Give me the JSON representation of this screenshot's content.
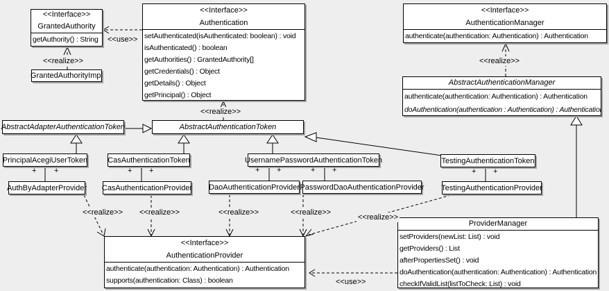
{
  "diagram": {
    "colors": {
      "background": "#eeeeee",
      "box_fill": "#ffffff",
      "line": "#000000",
      "shadow": "#a3a3a3"
    },
    "labels": {
      "use": "<<use>>",
      "realize": "<<realize>>",
      "plus": "+",
      "interface_stereotype": "<<Interface>>"
    },
    "boxes": {
      "granted_authority": {
        "stereotype": "<<Interface>>",
        "name": "GrantedAuthority",
        "methods": [
          "getAuthority() : String"
        ]
      },
      "authentication": {
        "stereotype": "<<Interface>>",
        "name": "Authentication",
        "methods": [
          "setAuthenticated(isAuthenticated: boolean) : void",
          "isAuthenticated() : boolean",
          "getAuthorities() : GrantedAuthority[]",
          "getCredentials() : Object",
          "getDetails() : Object",
          "getPrincipal() : Object"
        ]
      },
      "authentication_manager": {
        "stereotype": "<<Interface>>",
        "name": "AuthenticationManager",
        "methods": [
          "authenticate(authentication: Authentication) : Authentication"
        ]
      },
      "granted_authority_impl": {
        "name": "GrantedAuthorityImpl"
      },
      "abstract_authentication_manager": {
        "name": "AbstractAuthenticationManager",
        "methods": [
          "authenticate(authentication: Authentication) : Authentication",
          "doAuthentication(authentication : Authentication) : Authentication"
        ]
      },
      "abstract_adapter_authentication_token": {
        "name": "AbstractAdapterAuthenticationToken"
      },
      "abstract_authentication_token": {
        "name": "AbstractAuthenticationToken"
      },
      "principal_acegi_user_token": {
        "name": "PrincipalAcegiUserToken"
      },
      "cas_authentication_token": {
        "name": "CasAuthenticationToken"
      },
      "username_password_authentication_token": {
        "name": "UsernamePasswordAuthenticationToken"
      },
      "testing_authentication_token": {
        "name": "TestingAuthenticationToken"
      },
      "auth_by_adapter_provider": {
        "name": "AuthByAdapterProvider"
      },
      "cas_authentication_provider": {
        "name": "CasAuthenticationProvider"
      },
      "dao_authentication_provider": {
        "name": "DaoAuthenticationProvider"
      },
      "password_dao_authentication_provider": {
        "name": "PasswordDaoAuthenticationProvider"
      },
      "testing_authentication_provider": {
        "name": "TestingAuthenticationProvider"
      },
      "authentication_provider": {
        "stereotype": "<<Interface>>",
        "name": "AuthenticationProvider",
        "methods": [
          "authenticate(authentication: Authentication) : Authentication",
          "supports(authentication: Class) : boolean"
        ]
      },
      "provider_manager": {
        "name": "ProviderManager",
        "methods": [
          "setProviders(newList: List) : void",
          "getProviders() : List",
          "afterPropertiesSet() : void",
          "doAuthentication(authentication: Authentication) : Authentication",
          "checkIfValidList(listToCheck: List) : void"
        ]
      }
    }
  }
}
